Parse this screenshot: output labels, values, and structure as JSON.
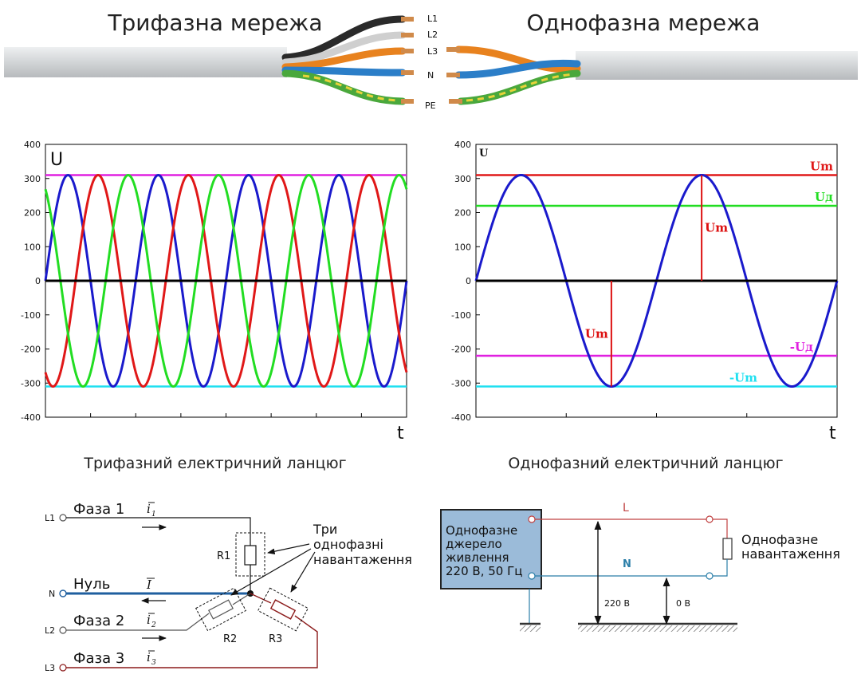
{
  "titles": {
    "three_phase_network": "Трифазна мережа",
    "single_phase_network": "Однофазна мережа",
    "three_phase_circuit": "Трифазний електричний ланцюг",
    "single_phase_circuit": "Однофазний електричний ланцюг"
  },
  "cable": {
    "wire_labels": [
      "L1",
      "L2",
      "L3",
      "N",
      "PE"
    ],
    "colors": {
      "jacket": "#d4d7d9",
      "L1": "#2a2a2a",
      "L2": "#c9c9c9",
      "L3": "#e8821e",
      "N": "#2b7ec8",
      "PE_green": "#4aa83c",
      "PE_yellow": "#e8d33a",
      "copper": "#d08a4a"
    }
  },
  "chart_data": [
    {
      "type": "line",
      "ylabel": "U",
      "xlabel": "t",
      "ylim": [
        -400,
        400
      ],
      "yticks": [
        400,
        300,
        200,
        100,
        0,
        -100,
        -200,
        -300,
        -400
      ],
      "grid": false,
      "x_periods": 4,
      "series": [
        {
          "kind": "sine",
          "amplitude": 310,
          "phase_deg": 0,
          "color": "#1a1acc"
        },
        {
          "kind": "sine",
          "amplitude": 310,
          "phase_deg": 240,
          "color": "#e01818"
        },
        {
          "kind": "sine",
          "amplitude": 310,
          "phase_deg": 120,
          "color": "#22dd22"
        },
        {
          "kind": "level",
          "value": 310,
          "color": "#e020e0"
        },
        {
          "kind": "level",
          "value": 0,
          "color": "#000000"
        },
        {
          "kind": "level",
          "value": -310,
          "color": "#20e0f0"
        }
      ]
    },
    {
      "type": "line",
      "ylabel": "U",
      "xlabel": "t",
      "ylim": [
        -400,
        400
      ],
      "yticks": [
        400,
        300,
        200,
        100,
        0,
        -100,
        -200,
        -300,
        -400
      ],
      "grid": false,
      "x_periods": 2,
      "series": [
        {
          "kind": "sine",
          "amplitude": 310,
          "phase_deg": 0,
          "color": "#1a1acc"
        },
        {
          "kind": "level",
          "value": 310,
          "color": "#e01818",
          "label": "Um"
        },
        {
          "kind": "level",
          "value": 220,
          "color": "#22dd22",
          "label": "Uд"
        },
        {
          "kind": "level",
          "value": 0,
          "color": "#000000"
        },
        {
          "kind": "level",
          "value": -220,
          "color": "#e020e0",
          "label": "-Uд"
        },
        {
          "kind": "level",
          "value": -310,
          "color": "#20e0f0",
          "label": "-Um"
        }
      ],
      "annotations": [
        {
          "text": "Um",
          "color": "#dd1010",
          "note": "positive peak marker"
        },
        {
          "text": "Um",
          "color": "#dd1010",
          "note": "negative peak marker"
        }
      ]
    }
  ],
  "three_phase_schematic": {
    "terminals": [
      "L1",
      "N",
      "L2",
      "L3"
    ],
    "phase1": "Фаза 1",
    "neutral": "Нуль",
    "phase2": "Фаза 2",
    "phase3": "Фаза 3",
    "current1": "i",
    "current1_sub": "1",
    "current_neutral": "I",
    "current2": "i",
    "current2_sub": "2",
    "current3": "i",
    "current3_sub": "3",
    "resistors": [
      "R1",
      "R2",
      "R3"
    ],
    "loads_note": [
      "Три",
      "однофазні",
      "навантаження"
    ],
    "colors": {
      "neutral": "#1f5f9f",
      "phase3": "#8b1a1a",
      "phase2": "#555555"
    }
  },
  "single_phase_schematic": {
    "source_lines": [
      "Однофазне",
      "джерело",
      "живлення",
      "220 В, 50 Гц"
    ],
    "line_label": "L",
    "neutral_label": "N",
    "load_lines": [
      "Однофазне",
      "навантаження"
    ],
    "voltage_line": "220 В",
    "voltage_neutral": "0 В",
    "colors": {
      "source_fill": "#9bbbd9",
      "line": "#c04040",
      "neutral": "#2a7ea8"
    }
  }
}
